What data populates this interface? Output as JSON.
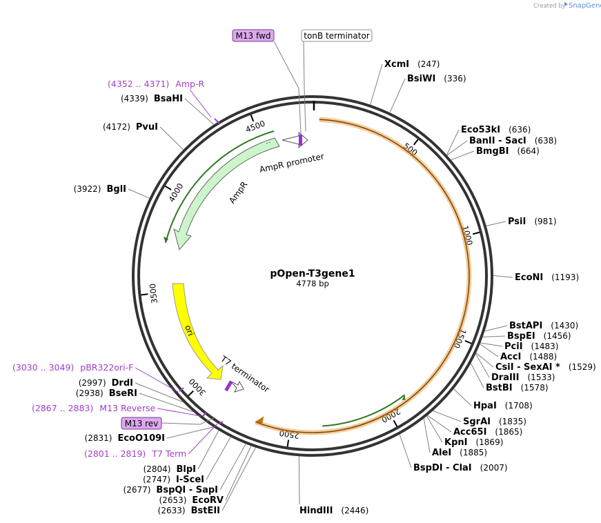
{
  "credit": {
    "created_by": "Created by",
    "brand": "SnapGene"
  },
  "plasmid": {
    "name": "pOpen-T3gene1",
    "length_label": "4778 bp",
    "length": 4778
  },
  "ticks": [
    "500",
    "1000",
    "1500",
    "2000",
    "2500",
    "3000",
    "3500",
    "4000",
    "4500"
  ],
  "sites": [
    {
      "name": "XcmI",
      "pos": "(247)"
    },
    {
      "name": "BsiWI",
      "pos": "(336)"
    },
    {
      "name": "Eco53kI",
      "pos": "(636)"
    },
    {
      "name": "BanII  - SacI",
      "pos": "(638)"
    },
    {
      "name": "BmgBI",
      "pos": "(664)"
    },
    {
      "name": "PsiI",
      "pos": "(981)"
    },
    {
      "name": "EcoNI",
      "pos": "(1193)"
    },
    {
      "name": "BstAPI",
      "pos": "(1430)"
    },
    {
      "name": "BspEI",
      "pos": "(1456)"
    },
    {
      "name": "PciI",
      "pos": "(1483)"
    },
    {
      "name": "AccI",
      "pos": "(1488)"
    },
    {
      "name": "CsiI  - SexAI *",
      "pos": "(1529)"
    },
    {
      "name": "DraIII",
      "pos": "(1533)"
    },
    {
      "name": "BstBI",
      "pos": "(1578)"
    },
    {
      "name": "HpaI",
      "pos": "(1708)"
    },
    {
      "name": "SgrAI",
      "pos": "(1835)"
    },
    {
      "name": "Acc65I",
      "pos": "(1865)"
    },
    {
      "name": "KpnI",
      "pos": "(1869)"
    },
    {
      "name": "AleI",
      "pos": "(1885)"
    },
    {
      "name": "BspDI  - ClaI",
      "pos": "(2007)"
    },
    {
      "name": "HindIII",
      "pos": "(2446)"
    },
    {
      "name": "BstEII",
      "pos": "(2633)"
    },
    {
      "name": "EcoRV",
      "pos": "(2653)"
    },
    {
      "name": "BspQI  - SapI",
      "pos": "(2677)"
    },
    {
      "name": "I-SceI",
      "pos": "(2747)"
    },
    {
      "name": "BlpI",
      "pos": "(2804)"
    },
    {
      "name": "EcoO109I",
      "pos": "(2831)"
    },
    {
      "name": "BseRI",
      "pos": "(2938)"
    },
    {
      "name": "DrdI",
      "pos": "(2997)"
    },
    {
      "name": "BglI",
      "pos": "(3922)"
    },
    {
      "name": "PvuI",
      "pos": "(4172)"
    },
    {
      "name": "BsaHI",
      "pos": "(4339)"
    }
  ],
  "primers": [
    {
      "range": "(4352 .. 4371)",
      "name": "Amp-R"
    },
    {
      "range": "(3030 .. 3049)",
      "name": "pBR322ori-F"
    },
    {
      "range": "(2867 .. 2883)",
      "name": "M13 Reverse"
    },
    {
      "range": "(2801 .. 2819)",
      "name": "T7 Term"
    }
  ],
  "boxed_features": {
    "m13_fwd": "M13 fwd",
    "tonb": "tonB terminator",
    "m13_rev": "M13 rev"
  },
  "features": {
    "ampr_promoter": "AmpR promoter",
    "ampr": "AmpR",
    "ori": "ori",
    "t7_term": "T7 terminator"
  },
  "colors": {
    "backbone": "#333333",
    "orange_feature": "#f0a040",
    "green_line": "#2d7a1f",
    "ampr_fill": "#ccf5cc",
    "ori_fill": "#ffff00",
    "primer_purple": "#a23ec8",
    "box_fill": "#dca8ee"
  }
}
